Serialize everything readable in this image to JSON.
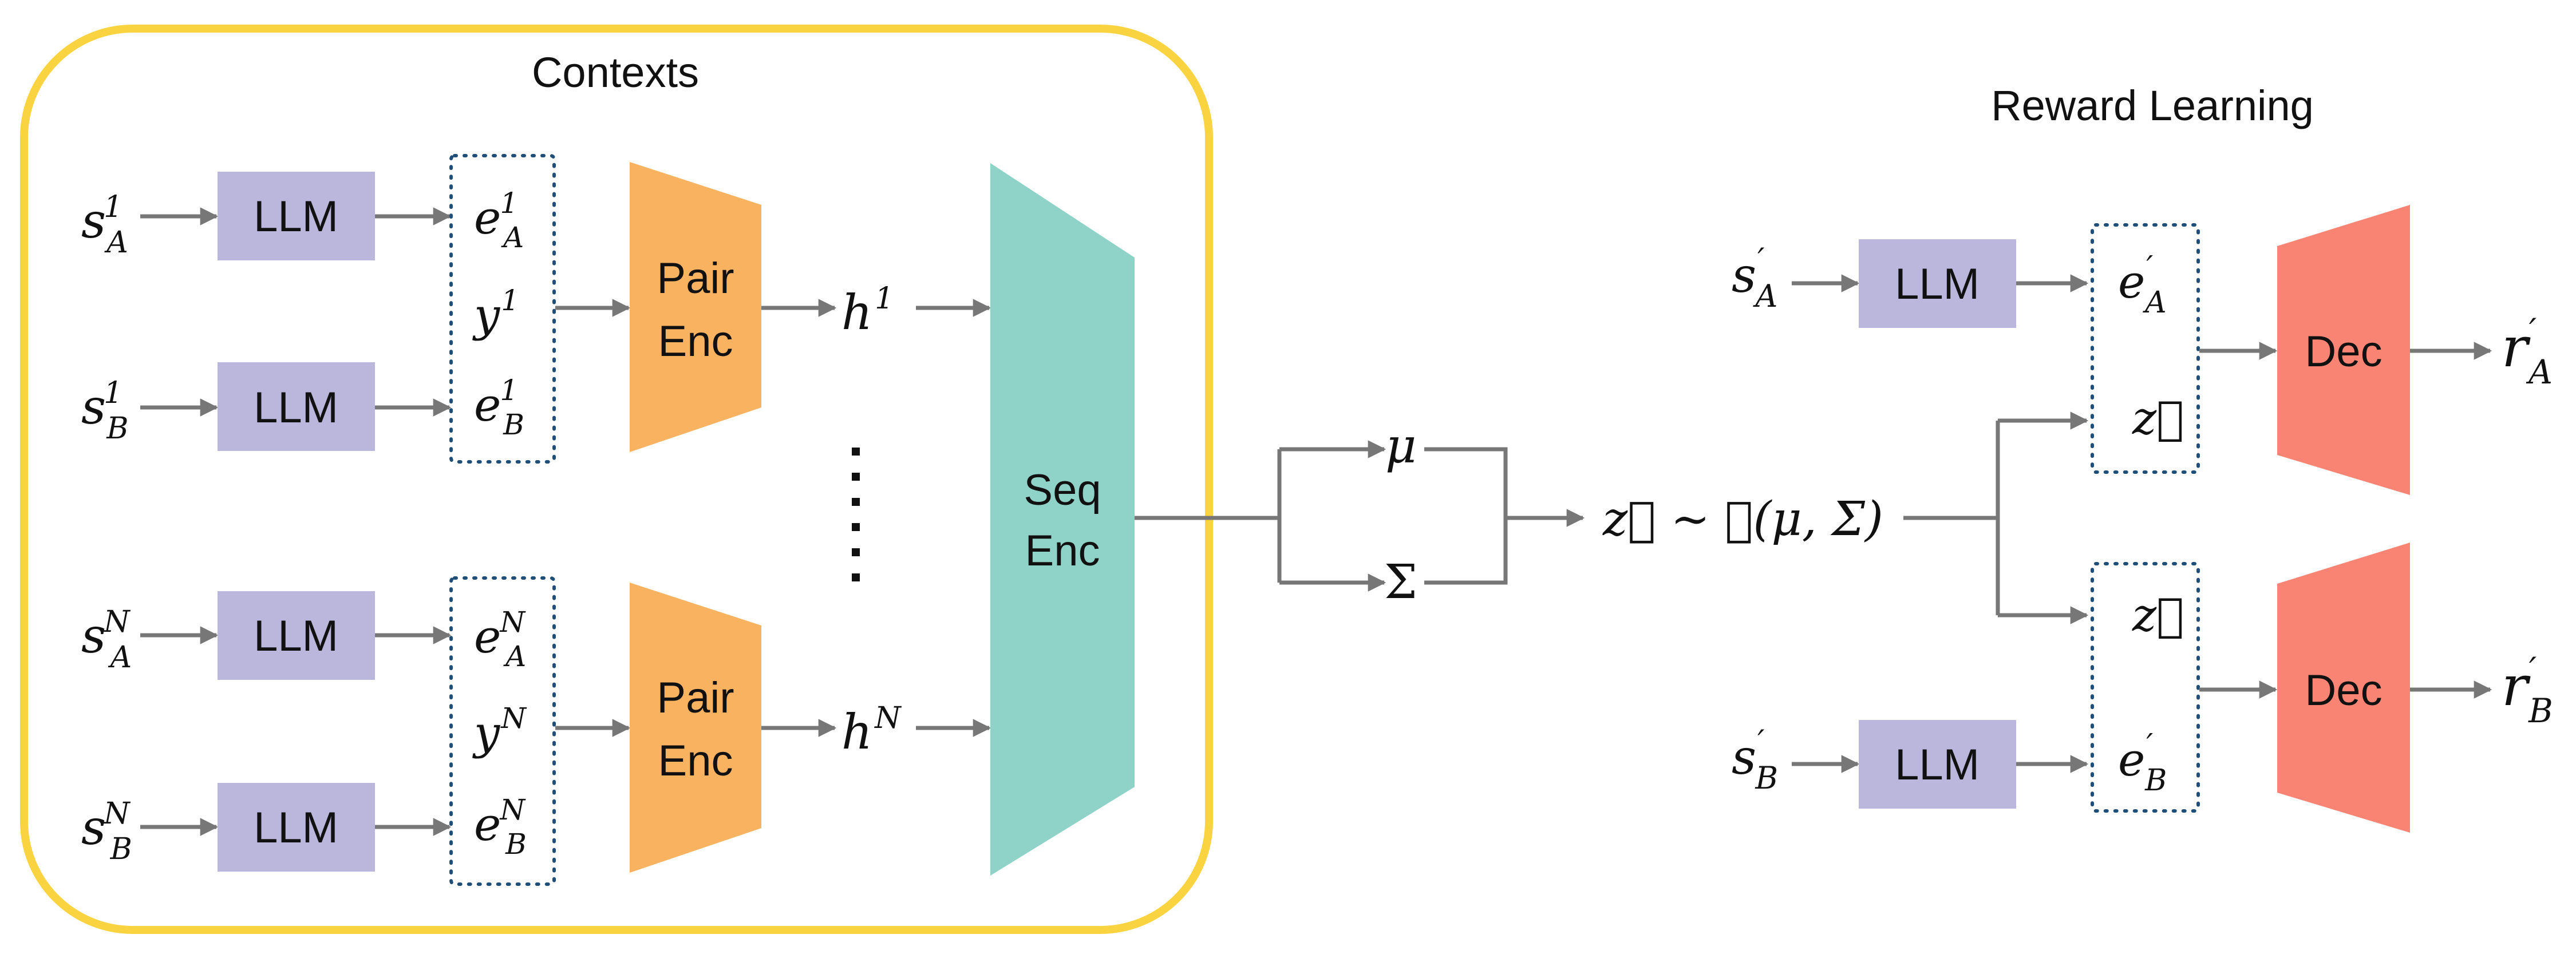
{
  "titles": {
    "contexts": "Contexts",
    "reward_learning": "Reward Learning"
  },
  "blocks": {
    "llm": "LLM",
    "pair_enc_line1": "Pair",
    "pair_enc_line2": "Enc",
    "seq_enc_line1": "Seq",
    "seq_enc_line2": "Enc",
    "dec": "Dec"
  },
  "context_pairs": [
    {
      "input_a": {
        "base": "s",
        "sup": "1",
        "sub": "A"
      },
      "input_b": {
        "base": "s",
        "sup": "1",
        "sub": "B"
      },
      "emb_a": {
        "base": "e",
        "sup": "1",
        "sub": "A"
      },
      "label": {
        "base": "y",
        "sup": "1"
      },
      "emb_b": {
        "base": "e",
        "sup": "1",
        "sub": "B"
      },
      "hidden": {
        "base": "h",
        "sup": "1"
      }
    },
    {
      "input_a": {
        "base": "s",
        "sup": "N",
        "sub": "A"
      },
      "input_b": {
        "base": "s",
        "sup": "N",
        "sub": "B"
      },
      "emb_a": {
        "base": "e",
        "sup": "N",
        "sub": "A"
      },
      "label": {
        "base": "y",
        "sup": "N"
      },
      "emb_b": {
        "base": "e",
        "sup": "N",
        "sub": "B"
      },
      "hidden": {
        "base": "h",
        "sup": "N"
      }
    }
  ],
  "latent": {
    "mu": "μ",
    "sigma": "Σ",
    "sample_expr": "z⃗ ∼ 𝒩(μ, Σ)",
    "z": "z⃗"
  },
  "reward": {
    "input_a": {
      "base": "s",
      "sup": "′",
      "sub": "A"
    },
    "input_b": {
      "base": "s",
      "sup": "′",
      "sub": "B"
    },
    "emb_a": {
      "base": "e",
      "sup": "′",
      "sub": "A"
    },
    "emb_b": {
      "base": "e",
      "sup": "′",
      "sub": "B"
    },
    "output_a": {
      "base": "r",
      "sup": "′",
      "sub": "A"
    },
    "output_b": {
      "base": "r",
      "sup": "′",
      "sub": "B"
    }
  },
  "colors": {
    "contexts_frame": "#f9d440",
    "llm_fill": "#bbb6dc",
    "pair_enc_fill": "#f9b25f",
    "seq_enc_fill": "#8fd3c8",
    "dec_fill": "#f98474",
    "arrow": "#777777",
    "dotted_box": "#1f4e79"
  }
}
